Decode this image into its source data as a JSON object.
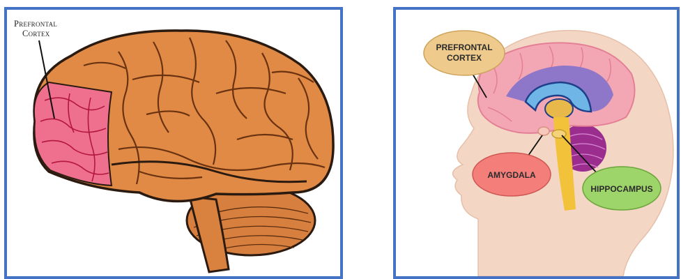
{
  "left_panel": {
    "label_line1": "Prefrontal",
    "label_line2": "Cortex"
  },
  "right_panel": {
    "prefrontal_line1": "PREFRONTAL",
    "prefrontal_line2": "CORTEX",
    "amygdala": "AMYGDALA",
    "hippocampus": "HIPPOCAMPUS"
  },
  "colors": {
    "frame": "#4472c4",
    "brain_orange": "#e08a45",
    "prefrontal_pink": "#ef6f8e",
    "bubble_prefrontal": "#eecb8c",
    "bubble_amygdala": "#f47f7a",
    "bubble_hippocampus": "#9ed56b"
  }
}
